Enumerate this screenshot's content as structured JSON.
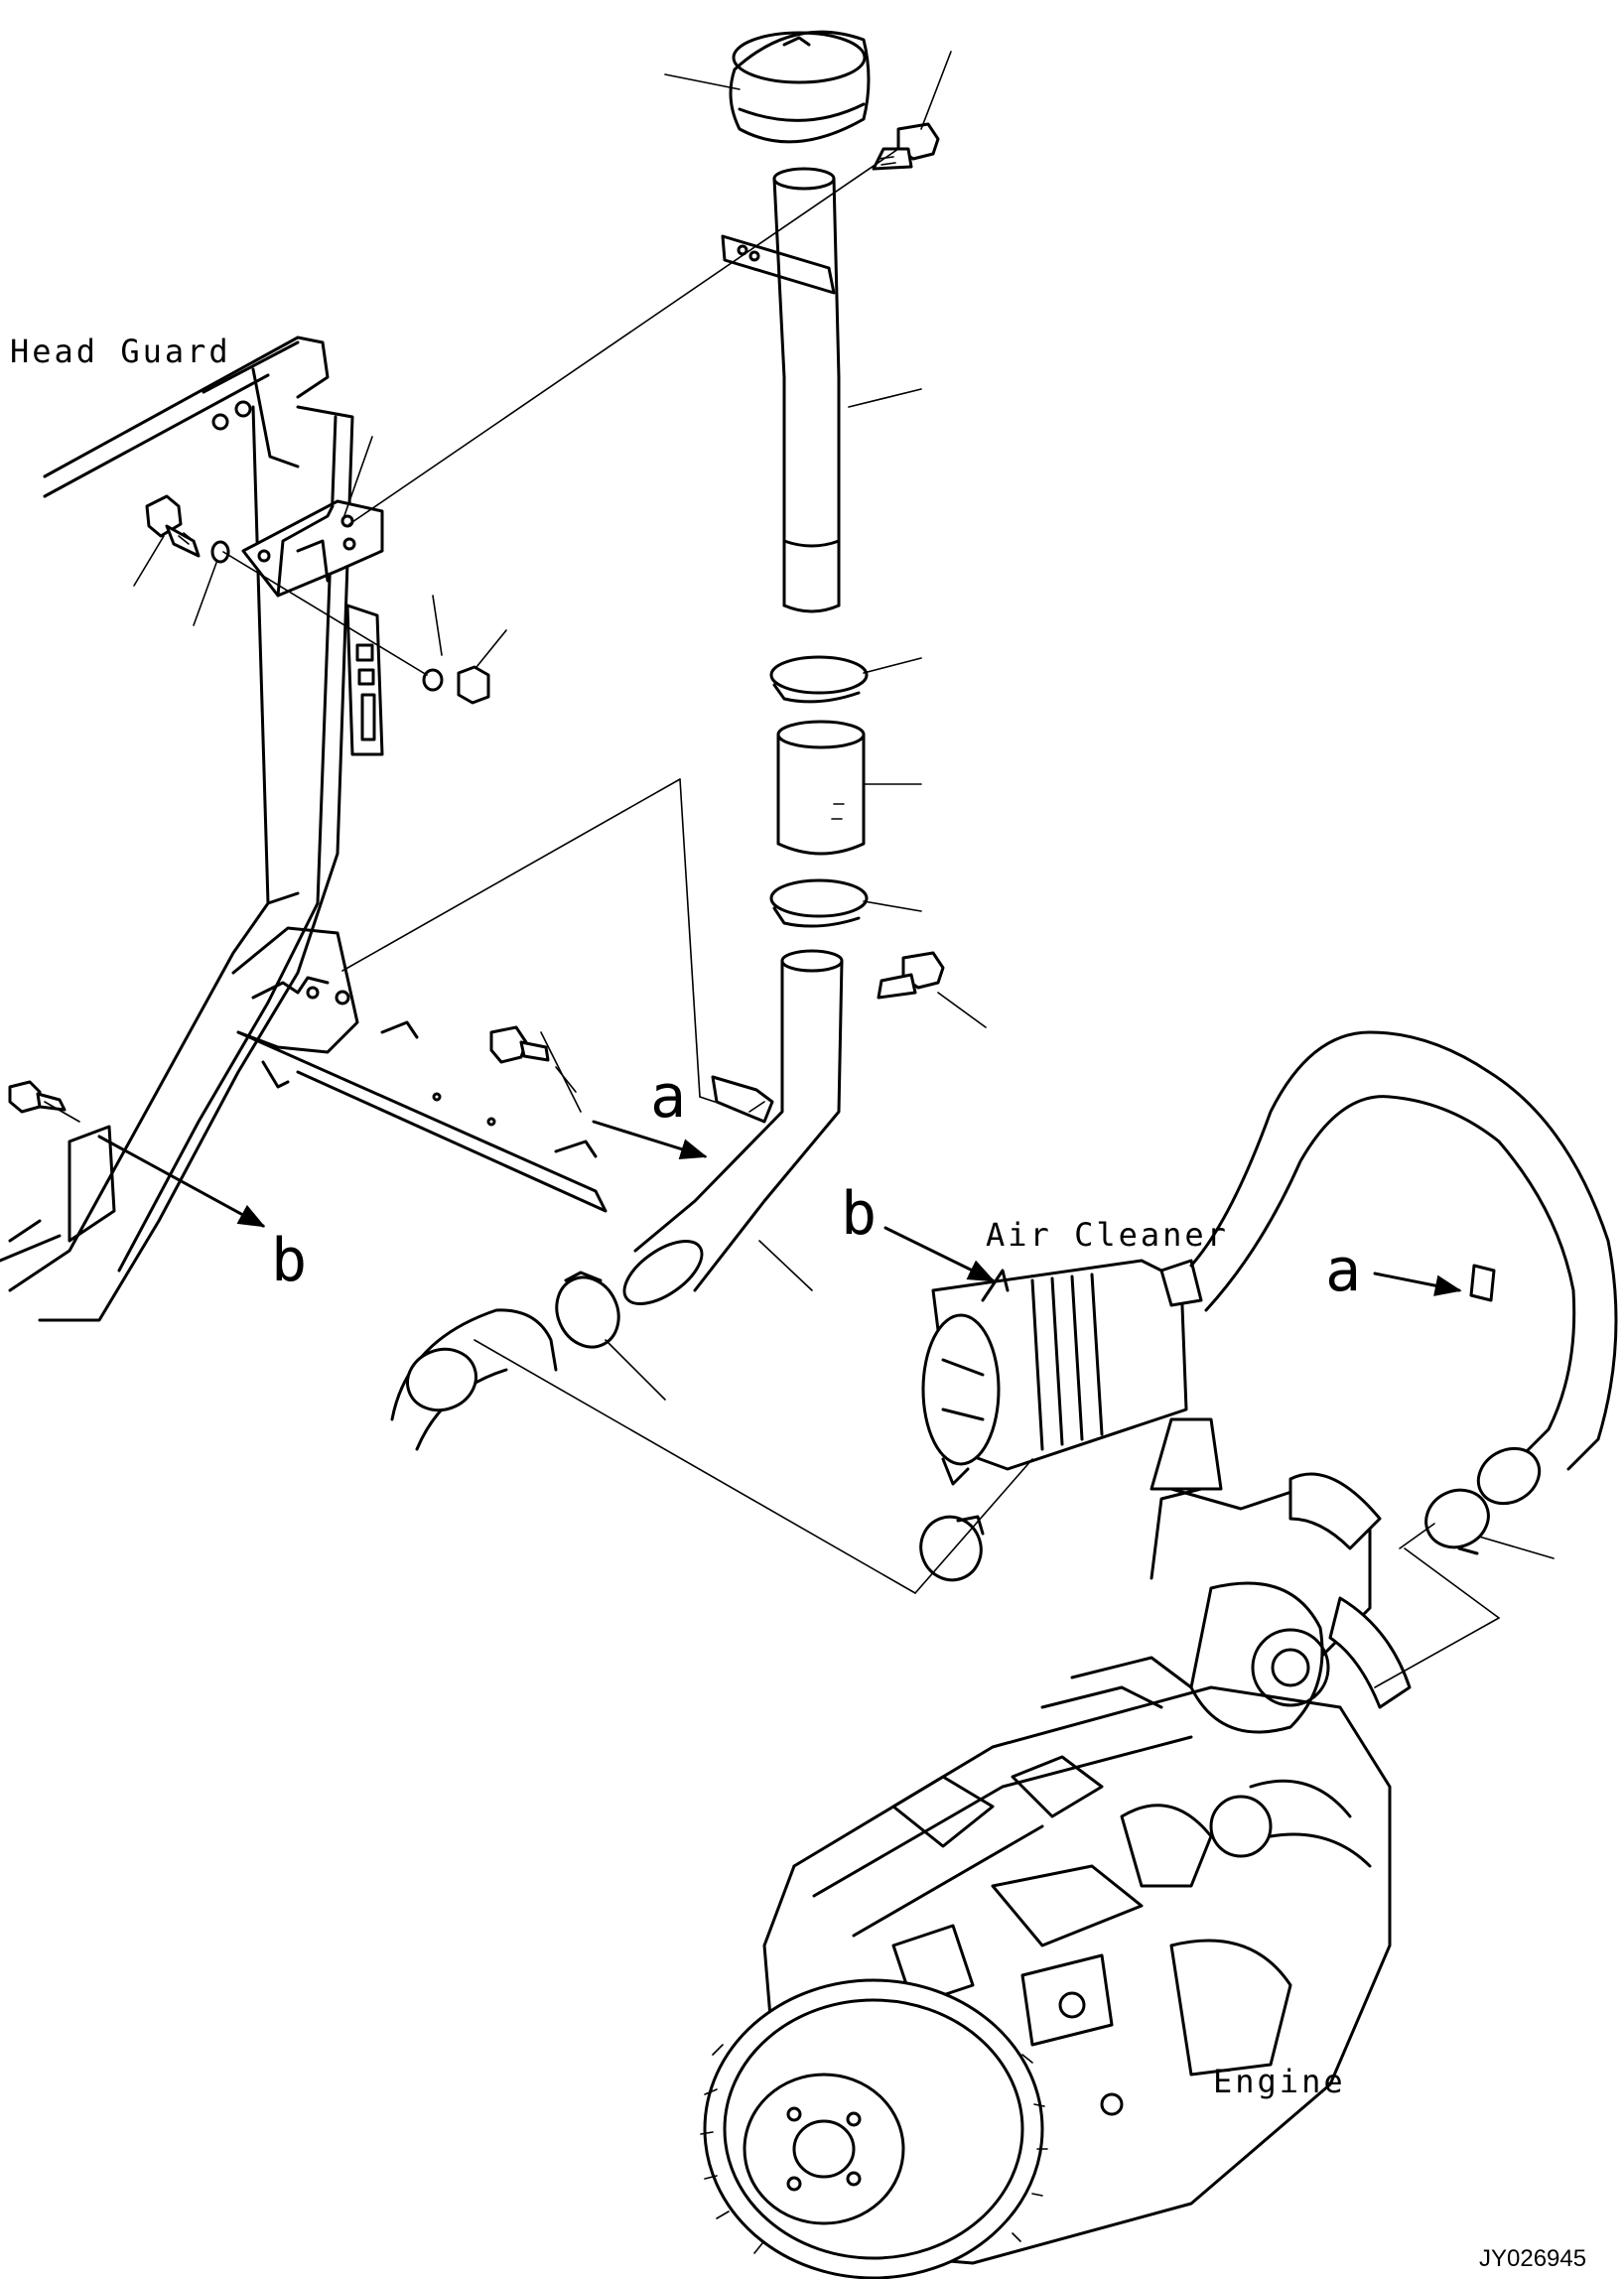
{
  "labels": {
    "head_guard": "Head Guard",
    "air_cleaner": "Air Cleaner",
    "engine": "Engine",
    "drawing_code": "JY026945",
    "callout_a_1": "a",
    "callout_a_2": "a",
    "callout_b_1": "b",
    "callout_b_2": "b"
  }
}
